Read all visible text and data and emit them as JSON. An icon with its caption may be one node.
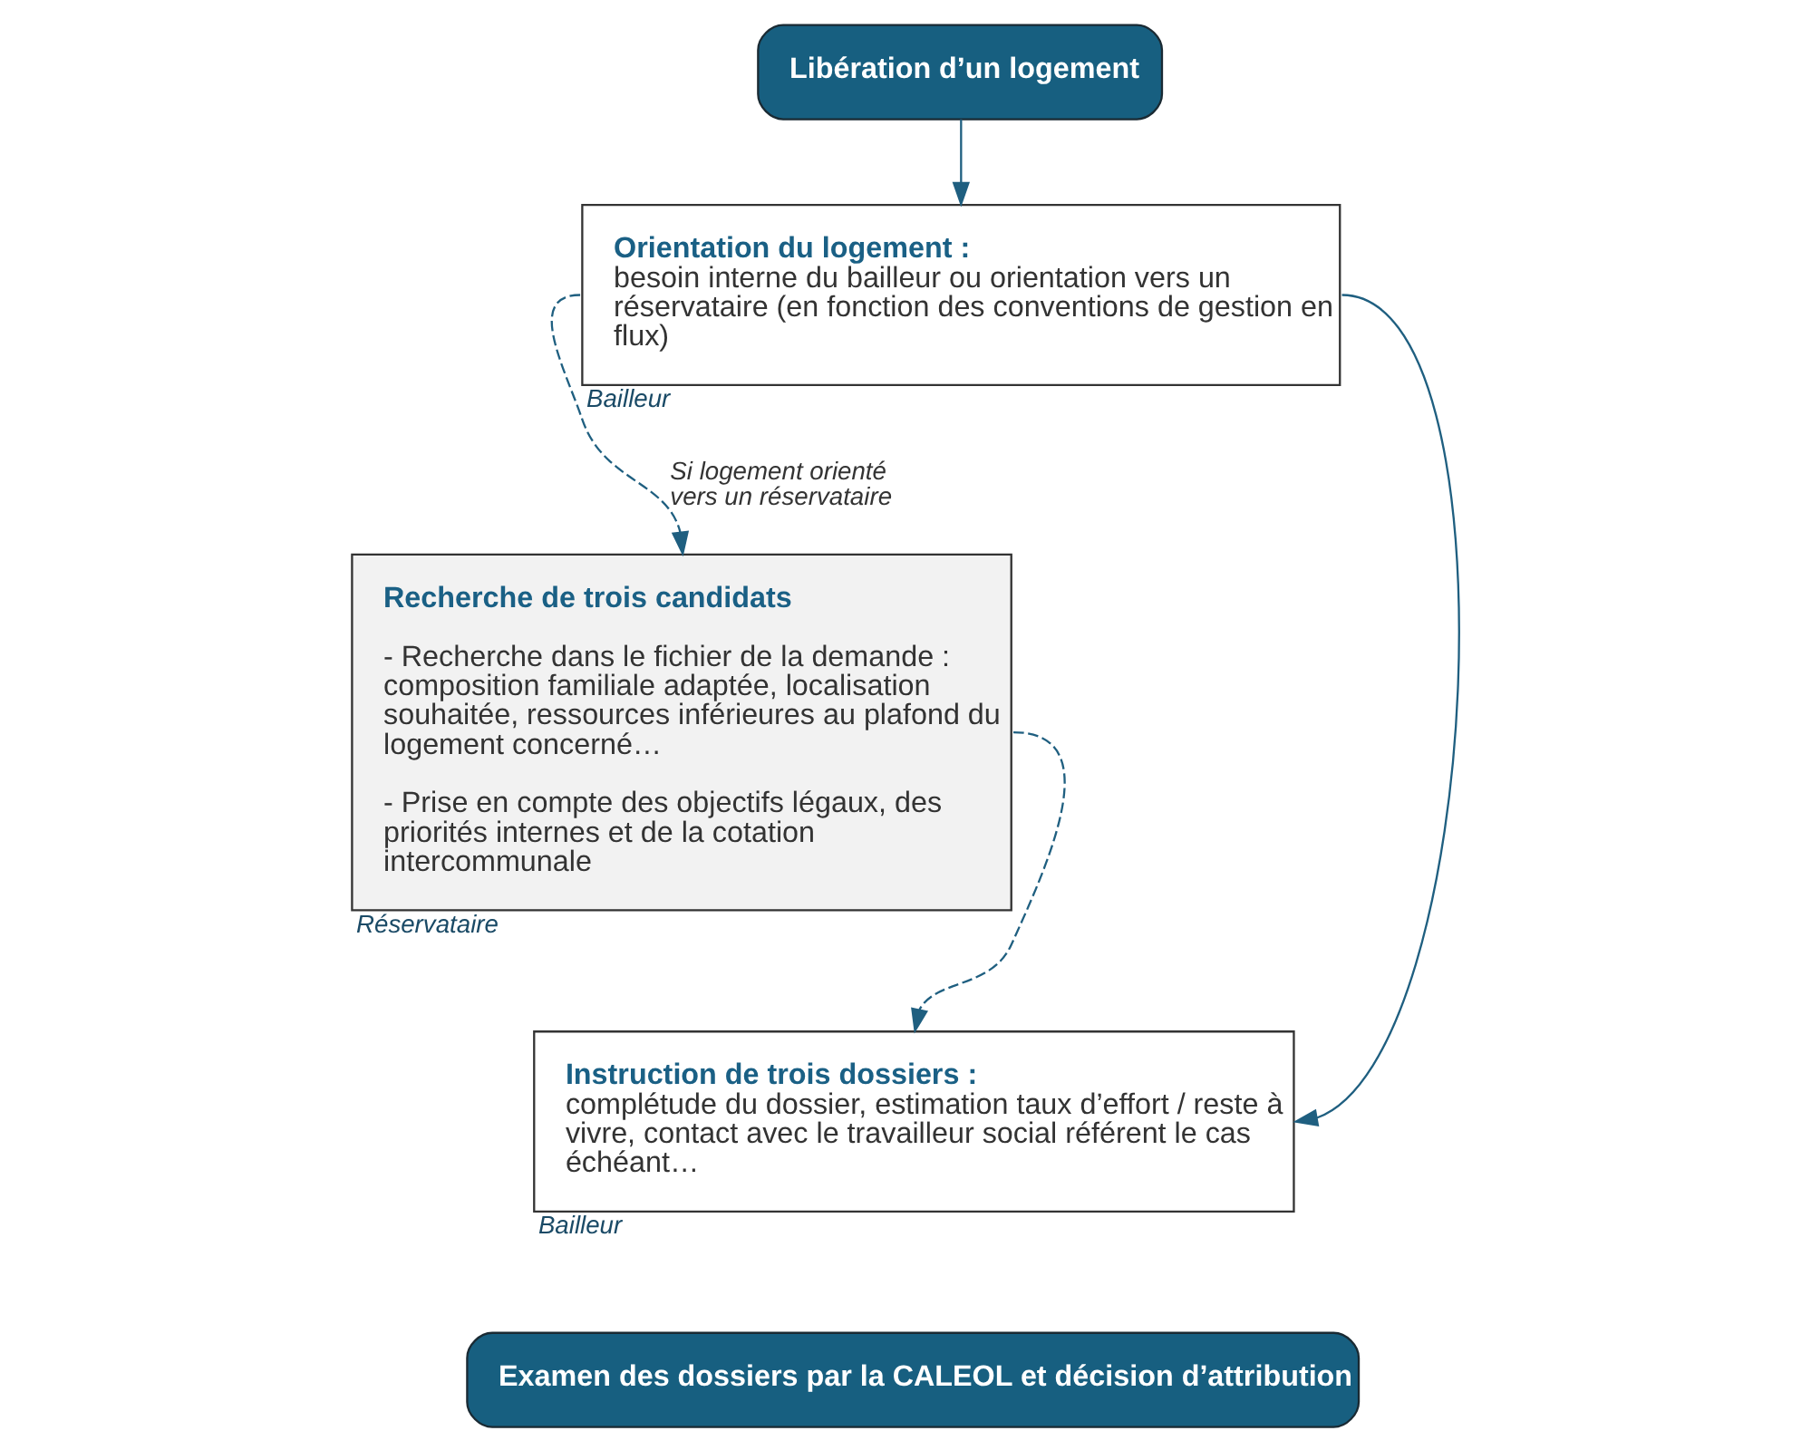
{
  "diagram": {
    "nodes": [
      {
        "text": [
          "Libération d’un logement"
        ]
      },
      {
        "text": [
          "Orientation du logement :",
          "besoin interne du bailleur ou orientation vers un réservataire (en fonction des conventions de gestion en flux)"
        ],
        "beside": [
          "Bailleur"
        ]
      },
      {
        "text": [
          "Recherche de trois candidats",
          "- Recherche dans le fichier de la demande : composition familiale adaptée, localisation souhaitée, ressources inférieures au plafond du logement concerné…",
          "- Prise en compte des objectifs légaux, des priorités internes et de la cotation intercommunale"
        ],
        "beside": [
          "Réservataire"
        ]
      },
      {
        "text": [
          "Instruction de trois dossiers :",
          "complétude du dossier, estimation taux d’effort / reste à vivre, contact avec le travailleur social référent le cas échéant…"
        ],
        "beside": [
          "Bailleur"
        ]
      },
      {
        "text": [
          "Examen des dossiers par la CALEOL et décision d’attribution"
        ]
      }
    ],
    "edges": [
      {
        "from": 0,
        "to": 1,
        "arrow": "to"
      },
      {
        "from": 1,
        "to": 2,
        "arrow": "to",
        "style": "dashed",
        "label": "Si logement orienté vers un réservataire"
      },
      {
        "from": 1,
        "to": 3,
        "arrow": "to"
      },
      {
        "from": 2,
        "to": 3,
        "arrow": "to",
        "style": "dashed"
      }
    ]
  }
}
